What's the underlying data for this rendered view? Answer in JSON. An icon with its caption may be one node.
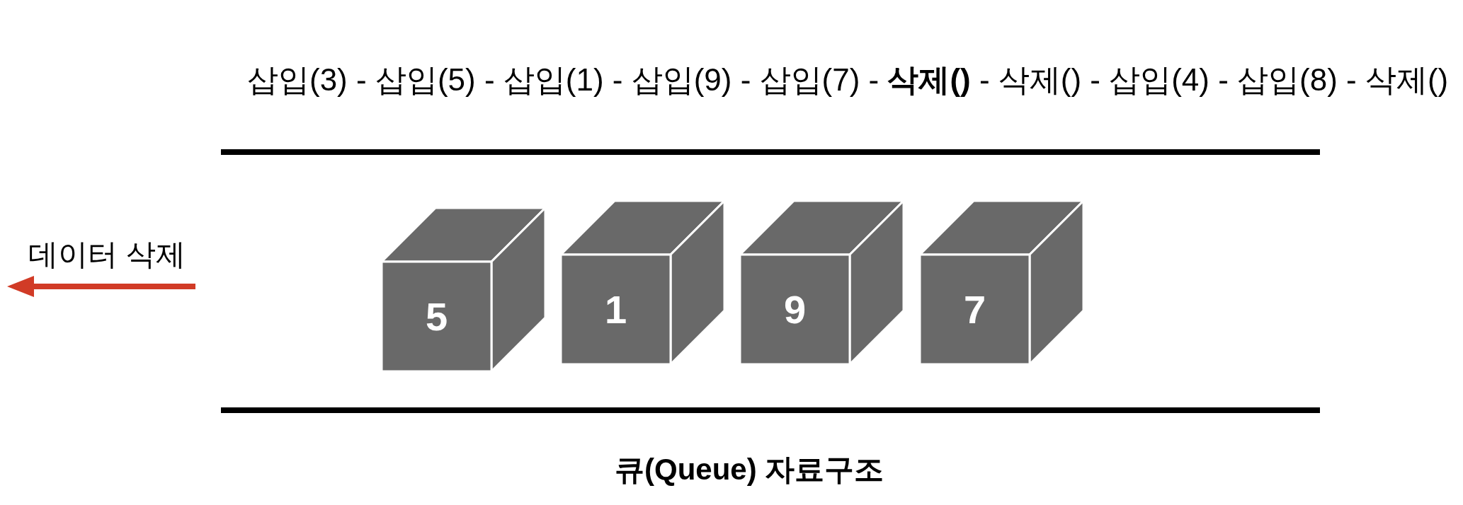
{
  "diagram": {
    "caption": "큐(Queue) 자료구조",
    "nodes": [
      {
        "text": [
          "5"
        ]
      },
      {
        "text": [
          "1"
        ]
      },
      {
        "text": [
          "9"
        ]
      },
      {
        "text": [
          "7"
        ]
      }
    ],
    "labels": [
      "삽입(3) - 삽입(5) - 삽입(1) - 삽입(9) - 삽입(7) - **삭제()** - 삭제() - 삽입(4) - 삽입(8) - 삭제()",
      "데이터 삭제"
    ]
  }
}
